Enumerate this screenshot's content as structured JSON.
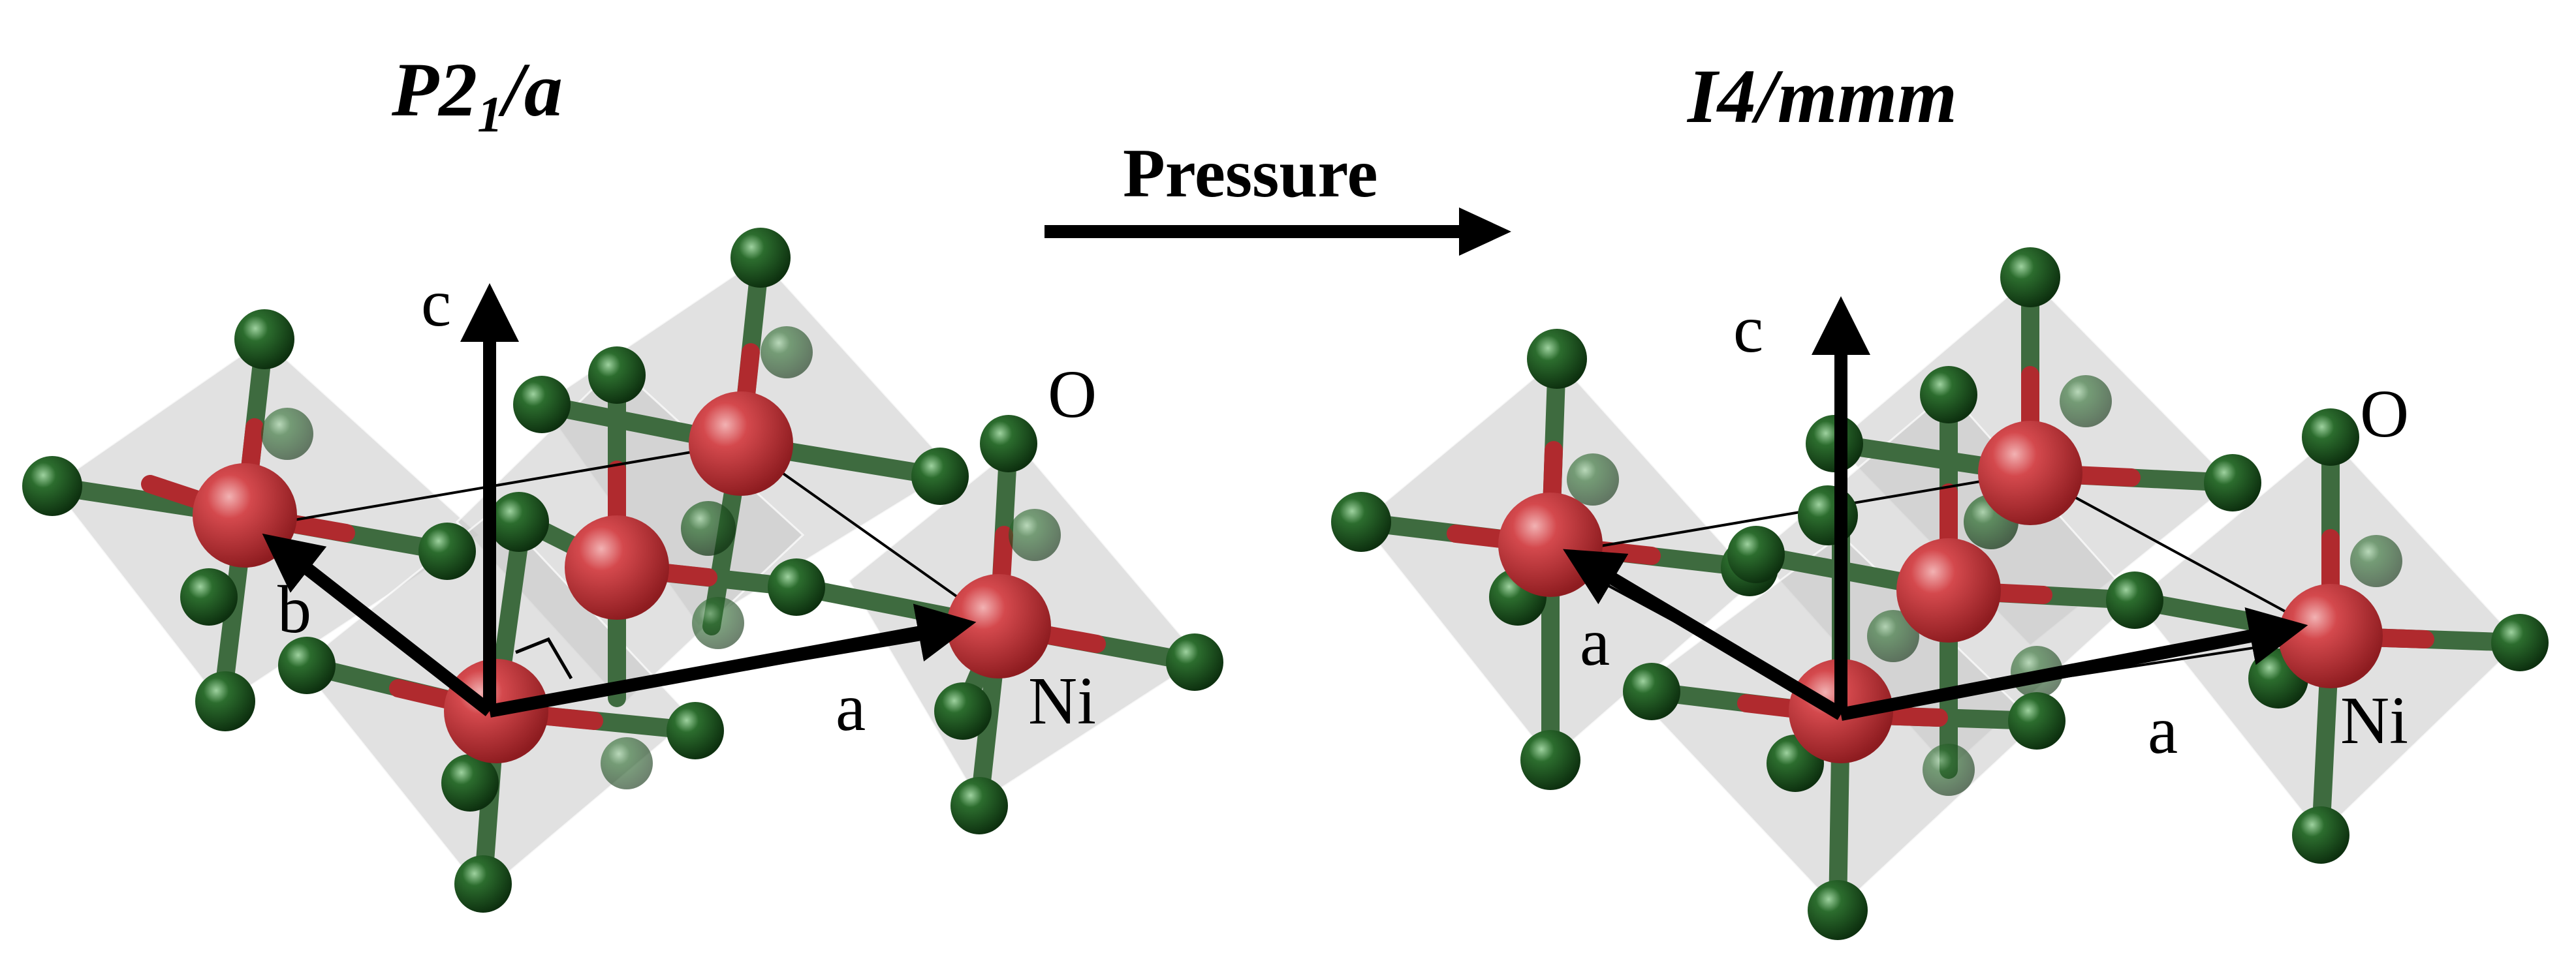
{
  "left_panel": {
    "title_main": "P2",
    "title_sub": "1",
    "title_end": "/a",
    "axis_c": "c",
    "axis_b": "b",
    "axis_a": "a",
    "atom_O": "O",
    "atom_Ni": "Ni"
  },
  "transition": {
    "label": "Pressure"
  },
  "right_panel": {
    "title": "I4/mmm",
    "axis_c": "c",
    "axis_a1": "a",
    "axis_a2": "a",
    "atom_O": "O",
    "atom_Ni": "Ni"
  },
  "colors": {
    "nickel": "#c63a3e",
    "oxygen": "#1f5a21",
    "bond_green": "#3e6b3f",
    "bond_red": "#b02a2e",
    "octahedron": "#c8c8c8",
    "arrow": "#000000"
  }
}
